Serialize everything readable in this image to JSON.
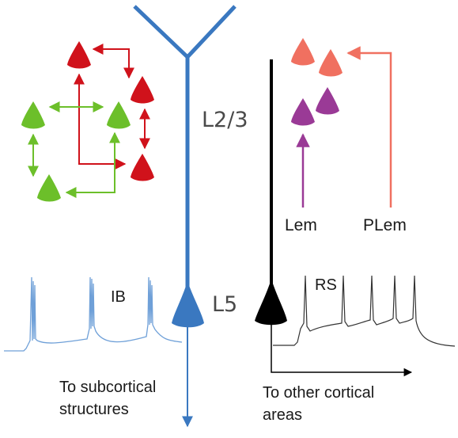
{
  "labels": {
    "layer_23": "L2/3",
    "layer_5": "L5",
    "ib": "IB",
    "rs": "RS",
    "lem": "Lem",
    "plem": "PLem",
    "subcortical_line1": "To subcortical",
    "subcortical_line2": "structures",
    "cortical_line1": "To other cortical",
    "cortical_line2": "areas"
  },
  "colors": {
    "ib_neuron": "#3a78c0",
    "ib_trace": "#6fa0d8",
    "rs_neuron": "#000000",
    "rs_trace": "#333333",
    "red_cells": "#d0121b",
    "green_cells": "#6cbf2a",
    "pink_cells": "#f07060",
    "purple_cells": "#9a3a96"
  }
}
